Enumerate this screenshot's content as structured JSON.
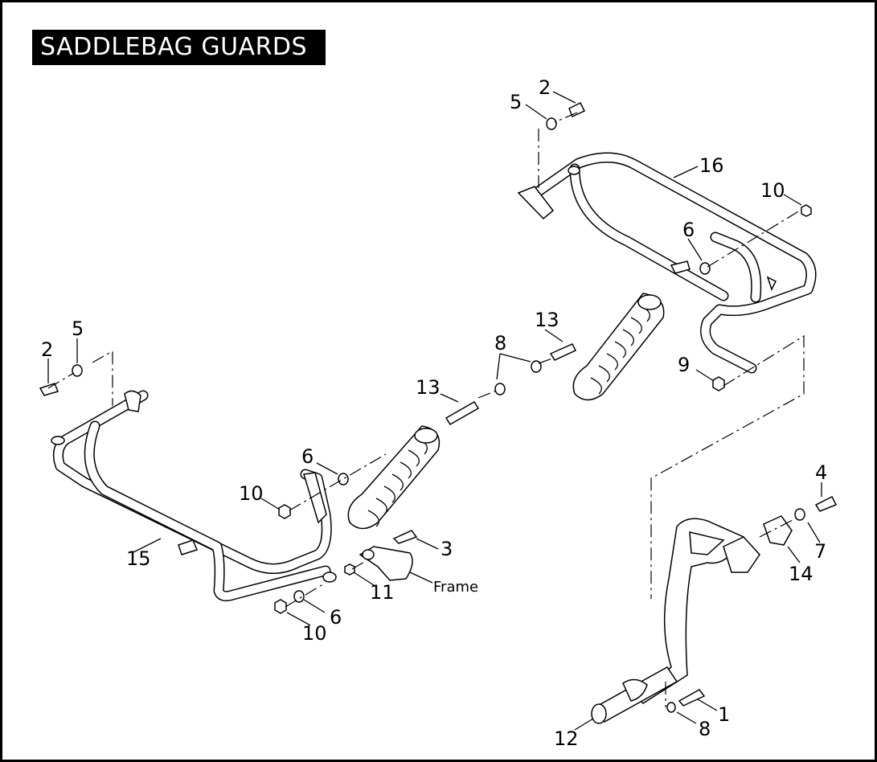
{
  "title": "SADDLEBAG GUARDS",
  "callouts": {
    "c1": "1",
    "c2a": "2",
    "c2b": "2",
    "c3": "3",
    "c4": "4",
    "c5a": "5",
    "c5b": "5",
    "c6a": "6",
    "c6b": "6",
    "c6c": "6",
    "c7": "7",
    "c8a": "8",
    "c8b": "8",
    "c9": "9",
    "c10a": "10",
    "c10b": "10",
    "c10c": "10",
    "c11": "11",
    "c12": "12",
    "c13a": "13",
    "c13b": "13",
    "c14": "14",
    "c15": "15",
    "c16": "16"
  },
  "labels": {
    "frame": "Frame"
  }
}
